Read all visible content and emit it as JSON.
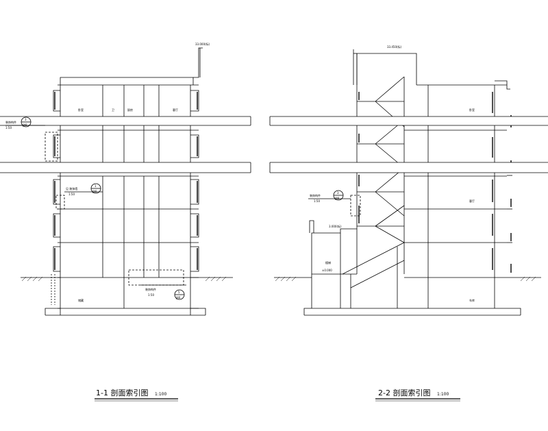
{
  "drawing": {
    "left_section": {
      "title": "1-1 剖面索引图",
      "scale": "1:100",
      "roof_level": "33.000(标)",
      "index_detail_labels": [
        {
          "text": "装饰构件",
          "ratio": "1:50",
          "circle_top": "3",
          "circle_bottom": "JX6"
        },
        {
          "text": "见 装饰墙",
          "ratio": "1:50",
          "circle_top": "1",
          "circle_bottom": "JX6"
        },
        {
          "text": "装饰构件",
          "ratio": "1:50",
          "circle_top": "5",
          "circle_bottom": "JX6"
        }
      ],
      "room_labels": [
        "卧室",
        "卫",
        "厨房",
        "客厅",
        "储藏"
      ]
    },
    "right_section": {
      "title": "2-2 剖面索引图",
      "scale": "1:100",
      "roof_level": "33.450(标)",
      "mid_level": "3.000(标)",
      "ground_level": "±0.000",
      "index_detail_label": {
        "text": "装饰构件",
        "ratio": "1:50",
        "circle_top": "3",
        "circle_bottom": "JX6"
      },
      "room_labels": [
        "卧室",
        "客厅",
        "车库",
        "楼梯"
      ]
    }
  }
}
